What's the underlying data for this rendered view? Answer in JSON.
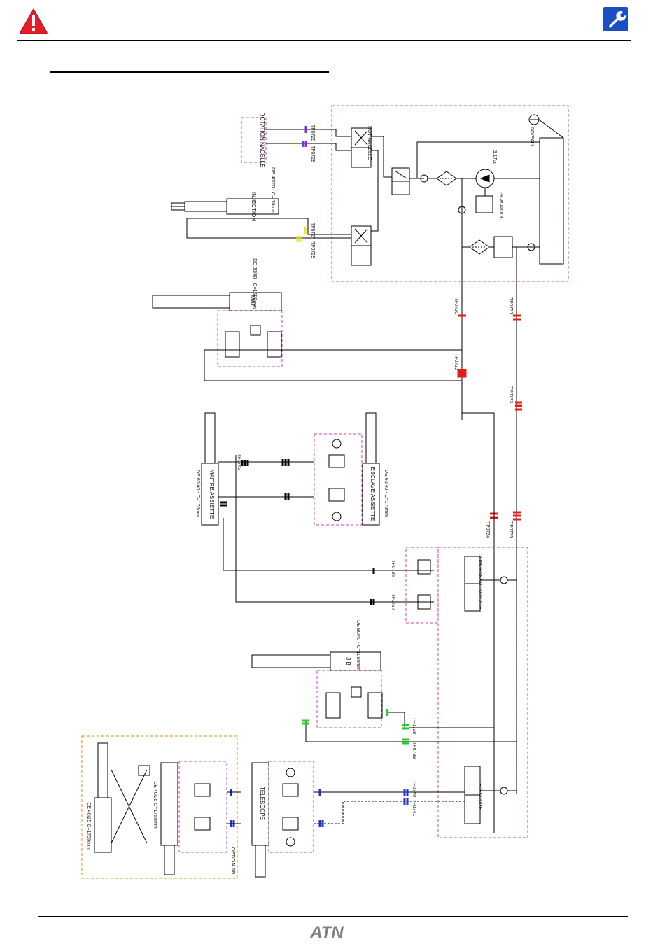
{
  "header": {
    "warning_icon": "warning-triangle-icon",
    "tool_icon": "wrench-icon"
  },
  "footer": {
    "logo_text": "ATN"
  },
  "colors": {
    "frame_pink": "#d63fb9",
    "frame_orange": "#e8891a",
    "hose_red": "#e21b1b",
    "hose_blue": "#1f2fd0",
    "hose_green": "#1fcf2a",
    "hose_yellow": "#f0e41a",
    "hose_purple": "#8a2be2",
    "warning_red": "#e51d25",
    "tool_blue": "#1d4fc4"
  },
  "labels": {
    "rotation_nacelle": "ROTATION NACELLE",
    "rot_nacelle_valve": "ROT NACELLE",
    "injection": "INJECTION",
    "injection_cyl": "DE 40/20 - C= 70mm",
    "niveau": "NIVEAU",
    "pump": "3.17cc",
    "motor": "3KW 48VDC",
    "mat": "MAT",
    "mat_cyl": "DE 80/40 - C=1500mm",
    "maitre_assiette": "MAITRE ASSIETTE",
    "maitre_cyl": "DE 60/40 - C=170mm",
    "esclave_assiette": "ESCLAVE ASSIETTE",
    "esclave_cyl": "DE 60/40 - C=170mm",
    "compensation": "COMPENSATION PLATEF",
    "jib": "JIB",
    "jib_cyl": "DE 80/40 - C=1050mm",
    "telescope": "TELESCOPE",
    "telescope_valve": "TELESCOPE",
    "tele_cyl_left": "DE 40/25 C=1750mm",
    "tele_cyl_right": "DE 40/25 C=1750mm",
    "option_jib": "OPTION JIB",
    "hoses": [
      "TF0726",
      "TF0728",
      "TF0727",
      "TF0729",
      "TF0730",
      "TF0731",
      "TF0732",
      "TF0733",
      "TF0734",
      "TF0735",
      "TF0736",
      "TF0737",
      "TF0738",
      "TF0739",
      "TF0740",
      "TF0741",
      "TF0742"
    ]
  }
}
